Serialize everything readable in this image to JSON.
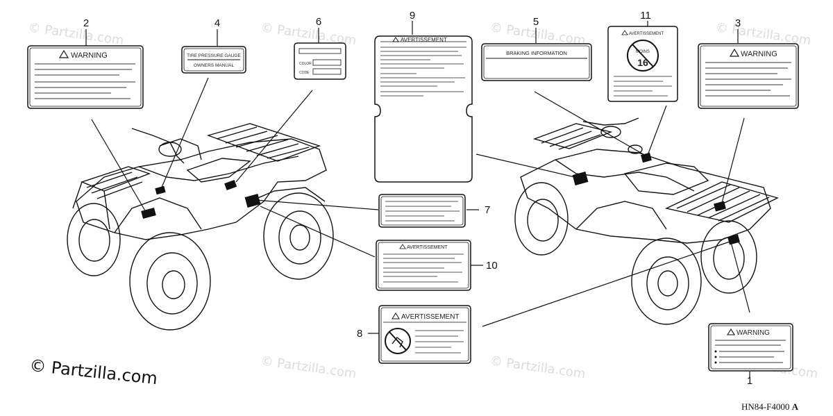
{
  "labels": {
    "warning_1": "WARNING",
    "warning_2": "WARNING",
    "warning_3": "WARNING",
    "tire_pressure": "TIRE PRESSURE GAUGE",
    "owners_manual": "OWNERS MANUAL",
    "color": "COLOR",
    "code": "CODE",
    "braking": "BRAKING INFORMATION",
    "avertissement_9": "AVERTISSEMENT",
    "avertissement_10": "AVERTISSEMENT",
    "avertissement_8": "AVERTISSEMENT",
    "avertissement_11": "AVERTISSEMENT",
    "age_badge": "16",
    "minus_text": "MOINS"
  },
  "callouts": {
    "n1": "1",
    "n2": "2",
    "n3": "3",
    "n4": "4",
    "n5": "5",
    "n6": "6",
    "n7": "7",
    "n8": "8",
    "n9": "9",
    "n10": "10",
    "n11": "11"
  },
  "watermark": "© Partzilla.com",
  "copyright": "© Partzilla.com",
  "diagram_code": "HN84-F4000",
  "diagram_code_suffix": "A"
}
